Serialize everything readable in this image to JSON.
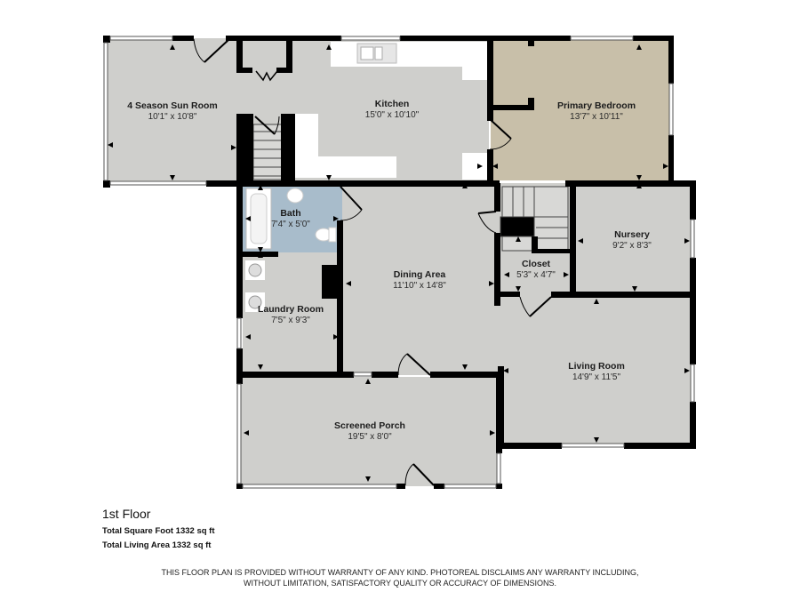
{
  "colors": {
    "wall": "#000000",
    "floor_default": "#cfcfcc",
    "floor_bedroom": "#c8bfa9",
    "floor_bath": "#a8bccb",
    "counter": "#ffffff",
    "window": "#ffffff"
  },
  "rooms": [
    {
      "id": "sun-room",
      "name": "4 Season Sun Room",
      "dimensions": "10'1\" x 10'8\""
    },
    {
      "id": "kitchen",
      "name": "Kitchen",
      "dimensions": "15'0\" x 10'10\""
    },
    {
      "id": "primary-bedroom",
      "name": "Primary Bedroom",
      "dimensions": "13'7\" x 10'11\""
    },
    {
      "id": "bath",
      "name": "Bath",
      "dimensions": "7'4\" x 5'0\""
    },
    {
      "id": "nursery",
      "name": "Nursery",
      "dimensions": "9'2\" x 8'3\""
    },
    {
      "id": "closet",
      "name": "Closet",
      "dimensions": "5'3\" x 4'7\""
    },
    {
      "id": "dining-area",
      "name": "Dining Area",
      "dimensions": "11'10\" x 14'8\""
    },
    {
      "id": "laundry-room",
      "name": "Laundry Room",
      "dimensions": "7'5\" x 9'3\""
    },
    {
      "id": "living-room",
      "name": "Living Room",
      "dimensions": "14'9\" x 11'5\""
    },
    {
      "id": "screened-porch",
      "name": "Screened Porch",
      "dimensions": "19'5\" x 8'0\""
    }
  ],
  "legend": {
    "floor_title": "1st Floor",
    "total_square_foot": "Total Square Foot 1332 sq ft",
    "total_living_area": "Total Living Area 1332 sq ft"
  },
  "disclaimer": {
    "line1": "THIS FLOOR PLAN IS PROVIDED WITHOUT WARRANTY OF ANY KIND. PHOTOREAL DISCLAIMS ANY WARRANTY INCLUDING,",
    "line2": "WITHOUT LIMITATION, SATISFACTORY QUALITY OR ACCURACY OF DIMENSIONS."
  }
}
